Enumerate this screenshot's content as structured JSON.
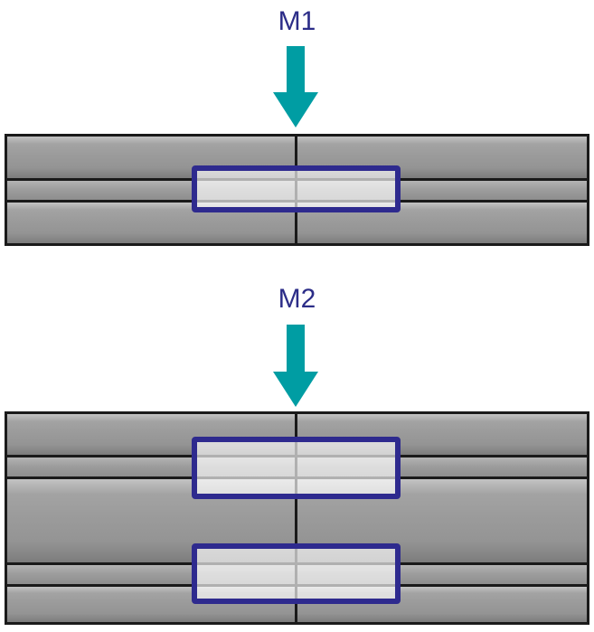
{
  "colors": {
    "label": "#2c2d88",
    "arrow": "#009da3",
    "plate": "#9b9b9b",
    "plate_line": "#1a1a1a",
    "zone_border": "#2e2a8e",
    "zone_fill": "rgba(255,255,255,0.66)"
  },
  "sections": [
    {
      "label": "M1",
      "zone_count": 1
    },
    {
      "label": "M2",
      "zone_count": 2
    }
  ]
}
